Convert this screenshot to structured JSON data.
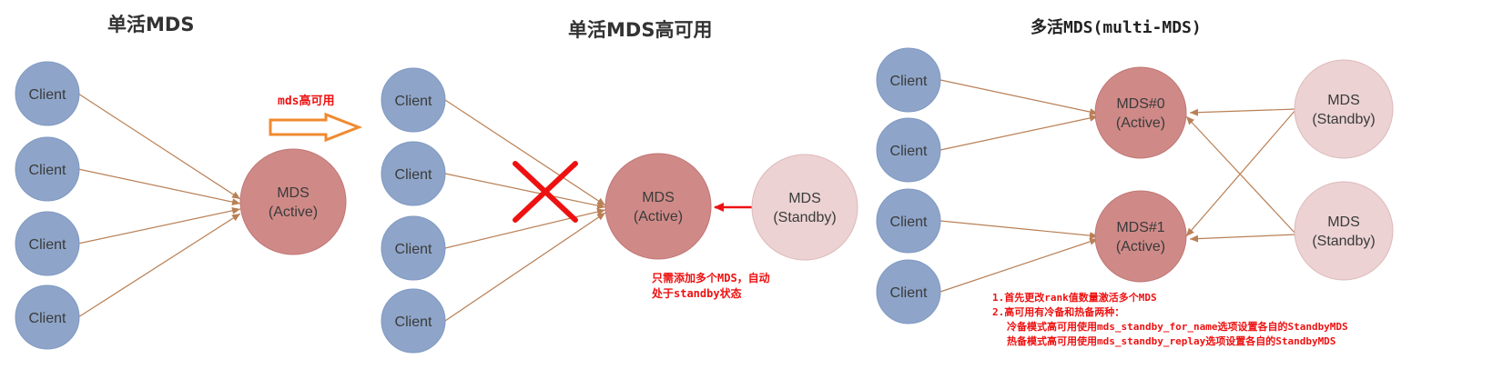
{
  "panels": {
    "single": {
      "title": "单活MDS",
      "arrow_label": "mds高可用",
      "clients": [
        "Client",
        "Client",
        "Client",
        "Client"
      ],
      "mds": {
        "line1": "MDS",
        "line2": "(Active)"
      }
    },
    "ha": {
      "title": "单活MDS高可用",
      "clients": [
        "Client",
        "Client",
        "Client",
        "Client"
      ],
      "active": {
        "line1": "MDS",
        "line2": "(Active)"
      },
      "standby": {
        "line1": "MDS",
        "line2": "(Standby)"
      },
      "note": [
        "只需添加多个MDS，自动",
        "处于standby状态"
      ]
    },
    "multi": {
      "title": "多活MDS(multi-MDS)",
      "clients": [
        "Client",
        "Client",
        "Client",
        "Client"
      ],
      "active0": {
        "line1": "MDS#0",
        "line2": "(Active)"
      },
      "active1": {
        "line1": "MDS#1",
        "line2": "(Active)"
      },
      "standby0": {
        "line1": "MDS",
        "line2": "(Standby)"
      },
      "standby1": {
        "line1": "MDS",
        "line2": "(Standby)"
      },
      "notes": [
        "1.首先更改rank值数量激活多个MDS",
        "2.高可用有冷备和热备两种：",
        "冷备模式高可用使用mds_standby_for_name选项设置各自的StandbyMDS",
        "热备模式高可用使用mds_standby_replay选项设置各自的StandbyMDS"
      ]
    }
  },
  "colors": {
    "client": "#8ea5c9",
    "mds_active": "#cf8a88",
    "mds_standby": "#ecd2d3",
    "edge": "#b98056",
    "note_red": "#ee1111",
    "orange_arrow": "#f08a30"
  }
}
